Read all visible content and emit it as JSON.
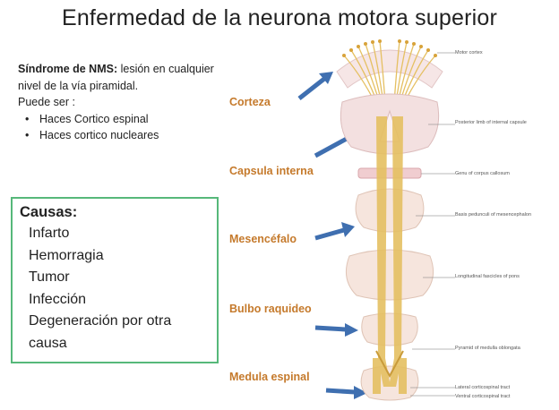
{
  "title": "Enfermedad de la neurona motora superior",
  "intro": {
    "heading_bold": "Síndrome de NMS:",
    "heading_rest": " lesión en cualquier nivel de la vía piramidal.",
    "puede_ser": "Puede ser :",
    "bullets": [
      "Haces Cortico espinal",
      "Haces cortico nucleares"
    ]
  },
  "causas": {
    "heading": "Causas:",
    "items": [
      "Infarto",
      "Hemorragia",
      "Tumor",
      "Infección",
      "Degeneración por otra",
      "causa"
    ]
  },
  "regions": [
    "Corteza",
    "Capsula interna",
    "Mesencéfalo",
    "Bulbo raquideo",
    "Medula espinal"
  ],
  "figure_labels": [
    "Motor cortex",
    "Posterior limb of internal capsule",
    "Genu of corpus callosum",
    "Basis pedunculi of mesencephalon",
    "Longitudinal fascicles of pons",
    "Pyramid of medulla oblongata",
    "Lateral corticospinal tract",
    "Ventral corticospinal tract"
  ],
  "colors": {
    "region_label": "#c57a2c",
    "arrow": "#3f6fb0",
    "causas_border": "#56b87a",
    "tract": "#e5c062",
    "tissue": "#f1dede"
  }
}
